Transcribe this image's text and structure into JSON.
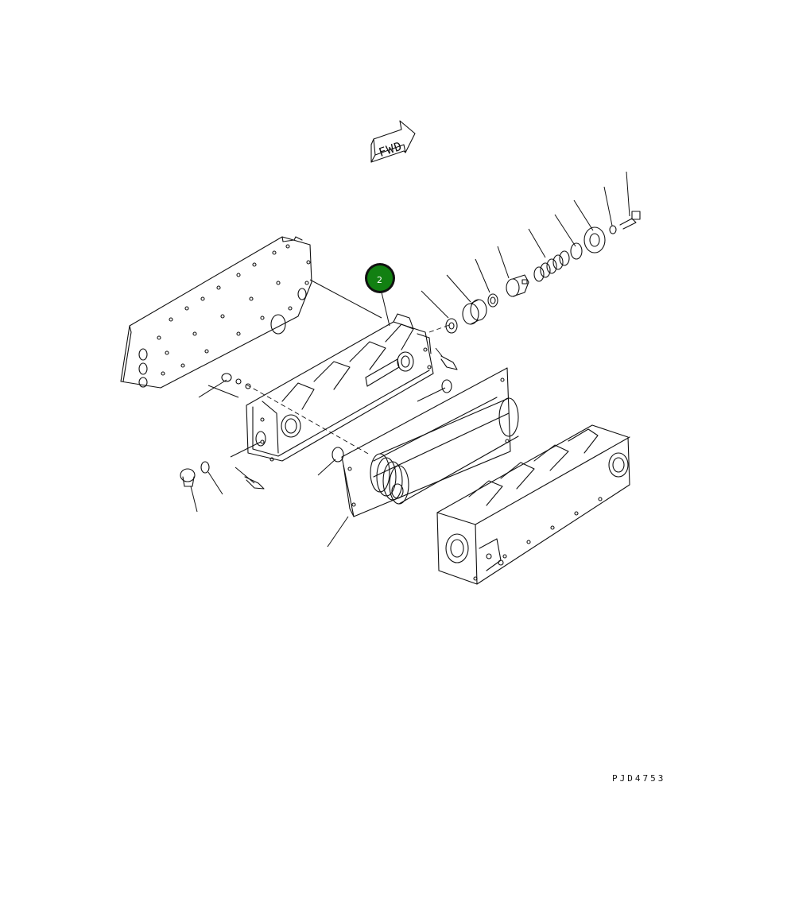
{
  "diagram": {
    "direction_marker": {
      "label": "FWD",
      "icon": "forward-arrow-icon"
    },
    "callout": {
      "label": "2",
      "fill_color": "#128012",
      "ring_color": "#111111"
    },
    "drawing_code": "PJD4753"
  }
}
